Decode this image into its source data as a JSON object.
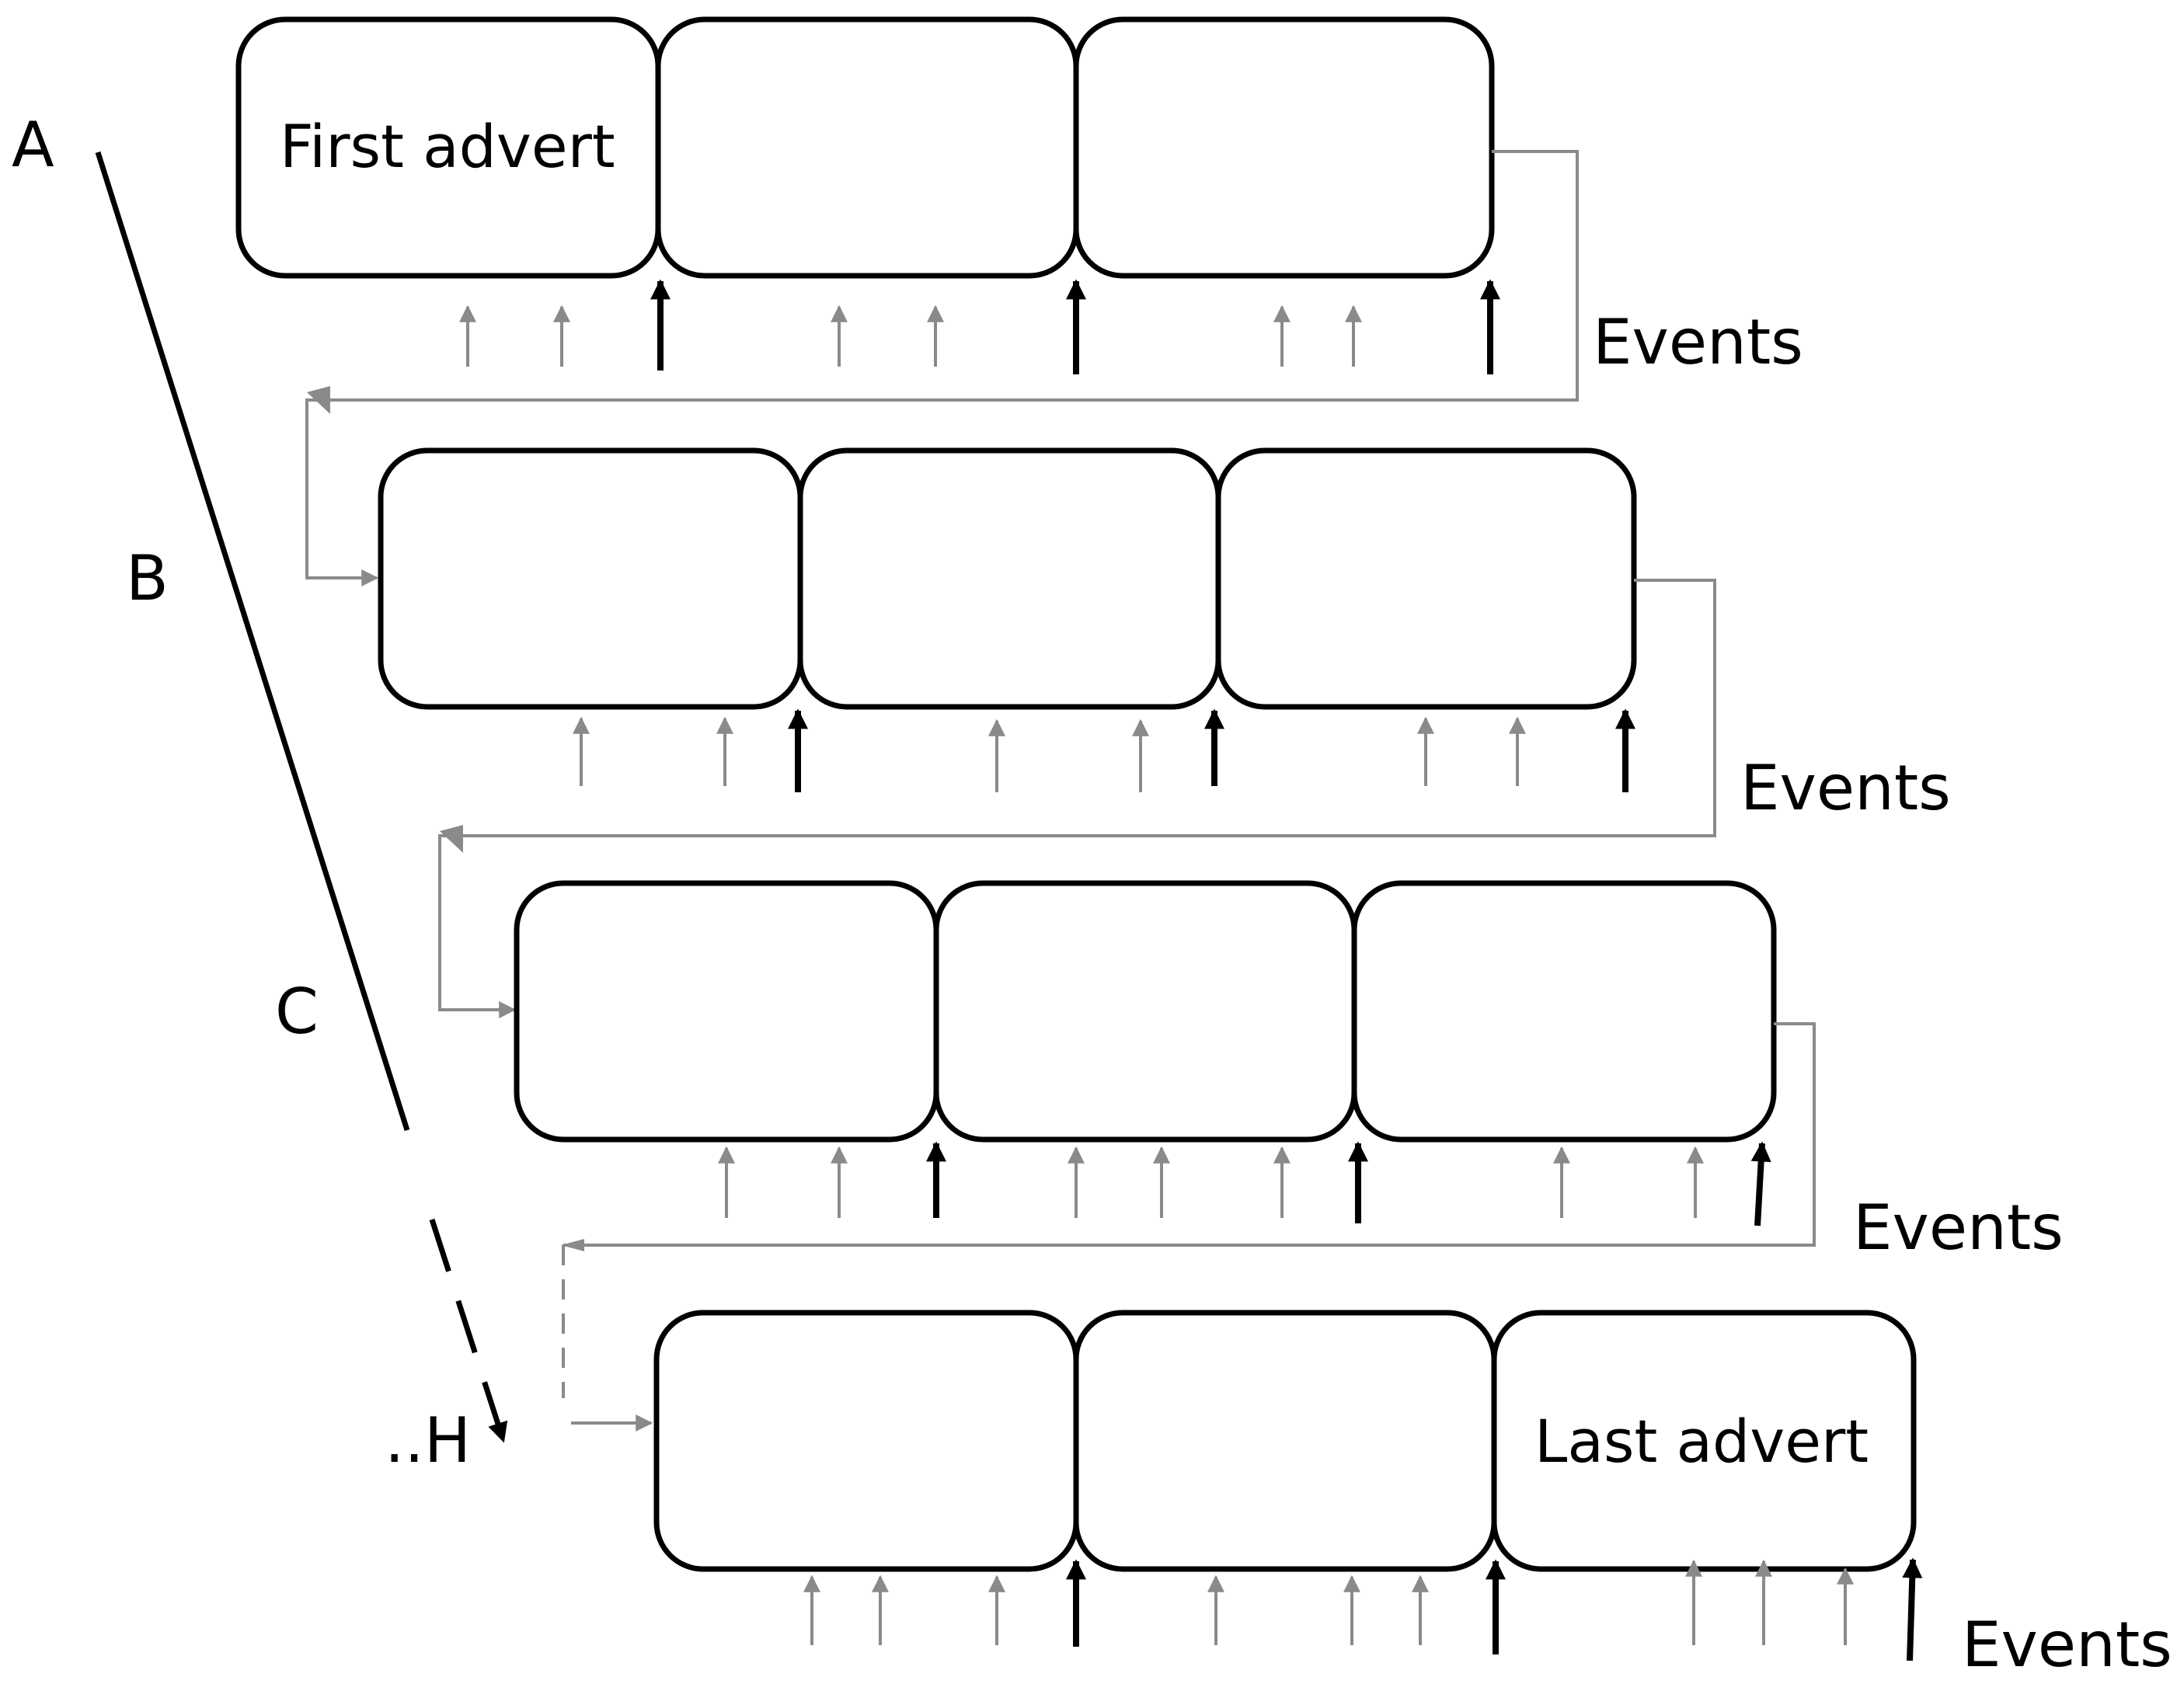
{
  "colors": {
    "ink": "#000000",
    "event_gray": "#8a8a8a",
    "background": "#ffffff"
  },
  "labels": {
    "a": "A",
    "b": "B",
    "c": "C",
    "h": "..H",
    "first_advert": "First advert",
    "last_advert": "Last advert",
    "events": "Events"
  }
}
